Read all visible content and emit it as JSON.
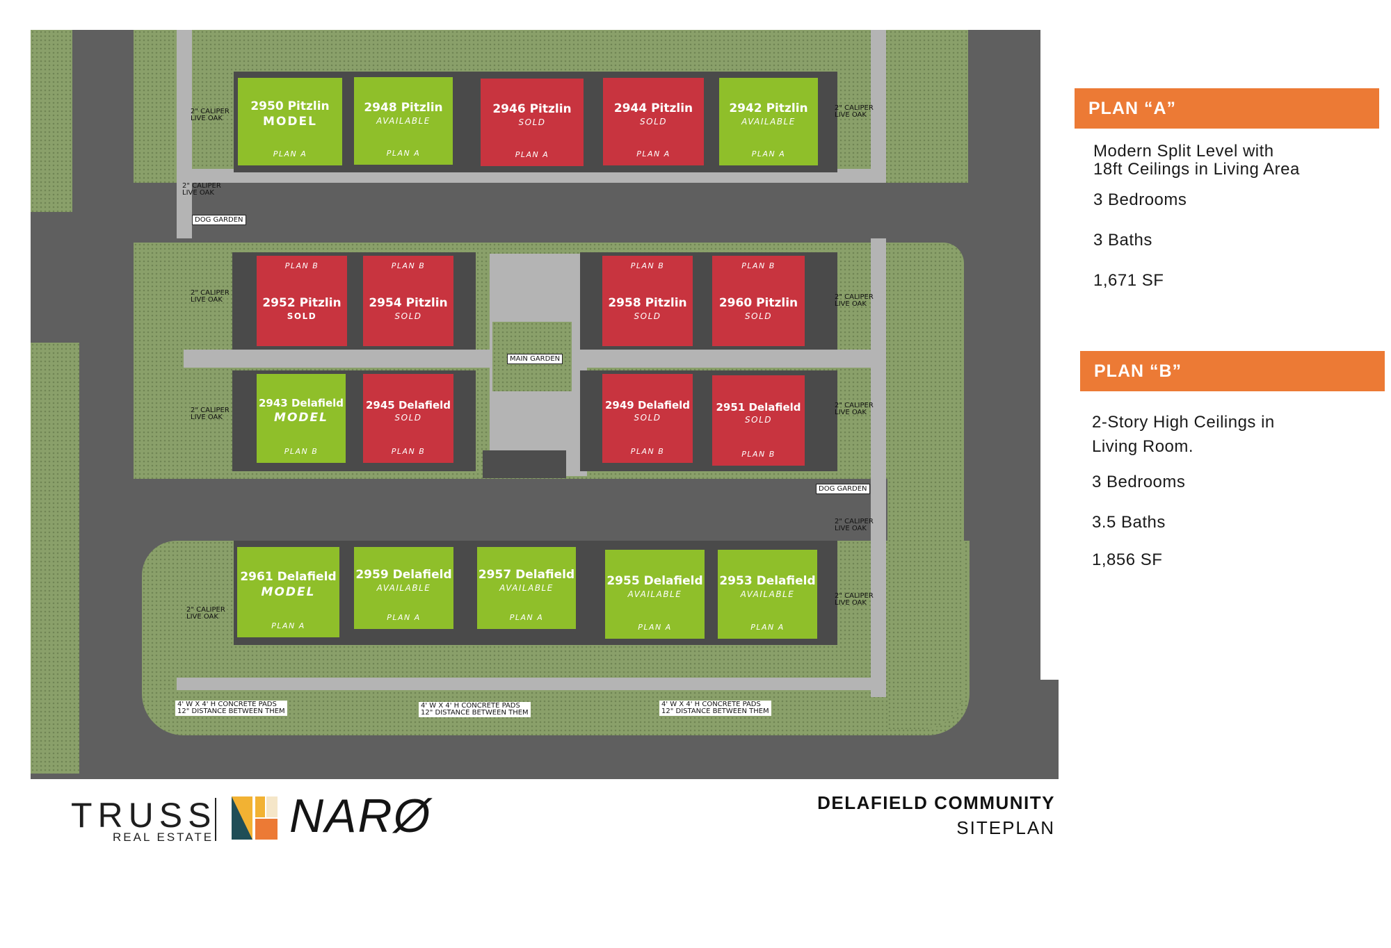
{
  "map": {
    "houses_top": [
      {
        "address": "2950 Pitzlin",
        "status": "MODEL",
        "plan": "PLAN A",
        "color": "green"
      },
      {
        "address": "2948 Pitzlin",
        "status": "AVAILABLE",
        "plan": "PLAN A",
        "color": "green"
      },
      {
        "address": "2946 Pitzlin",
        "status": "SOLD",
        "plan": "PLAN A",
        "color": "red"
      },
      {
        "address": "2944 Pitzlin",
        "status": "SOLD",
        "plan": "PLAN A",
        "color": "red"
      },
      {
        "address": "2942 Pitzlin",
        "status": "AVAILABLE",
        "plan": "PLAN A",
        "color": "green"
      }
    ],
    "houses_mid_upper": [
      {
        "address": "2952 Pitzlin",
        "status": "SOLD",
        "plan": "PLAN B",
        "color": "red"
      },
      {
        "address": "2954 Pitzlin",
        "status": "SOLD",
        "plan": "PLAN B",
        "color": "red"
      },
      {
        "address": "2958 Pitzlin",
        "status": "SOLD",
        "plan": "PLAN B",
        "color": "red"
      },
      {
        "address": "2960 Pitzlin",
        "status": "SOLD",
        "plan": "PLAN B",
        "color": "red"
      }
    ],
    "houses_mid_lower": [
      {
        "address": "2943 Delafield",
        "status": "MODEL",
        "plan": "PLAN B",
        "color": "green"
      },
      {
        "address": "2945 Delafield",
        "status": "SOLD",
        "plan": "PLAN B",
        "color": "red"
      },
      {
        "address": "2949 Delafield",
        "status": "SOLD",
        "plan": "PLAN B",
        "color": "red"
      },
      {
        "address": "2951 Delafield",
        "status": "SOLD",
        "plan": "PLAN B",
        "color": "red"
      }
    ],
    "houses_bottom": [
      {
        "address": "2961 Delafield",
        "status": "MODEL",
        "plan": "PLAN A",
        "color": "green"
      },
      {
        "address": "2959 Delafield",
        "status": "AVAILABLE",
        "plan": "PLAN A",
        "color": "green"
      },
      {
        "address": "2957 Delafield",
        "status": "AVAILABLE",
        "plan": "PLAN A",
        "color": "green"
      },
      {
        "address": "2955 Delafield",
        "status": "AVAILABLE",
        "plan": "PLAN A",
        "color": "green"
      },
      {
        "address": "2953 Delafield",
        "status": "AVAILABLE",
        "plan": "PLAN A",
        "color": "green"
      }
    ],
    "tree_label_line1": "2\" CALIPER",
    "tree_label_line2": "LIVE OAK",
    "dog_garden": "DOG GARDEN",
    "main_garden": "MAIN GARDEN",
    "pad_line1": "4' W X 4' H CONCRETE PADS",
    "pad_line2": "12\" DISTANCE BETWEEN THEM"
  },
  "plan_a": {
    "header": "PLAN “A”",
    "lines": [
      "Modern Split Level with",
      "18ft Ceilings in Living Area",
      "3 Bedrooms",
      "3 Baths",
      "1,671 SF"
    ]
  },
  "plan_b": {
    "header": "PLAN “B”",
    "lines": [
      "2-Story High Ceilings in",
      "Living Room.",
      "3 Bedrooms",
      "3.5 Baths",
      "1,856 SF"
    ]
  },
  "footer": {
    "logo_truss": "TRUSS",
    "logo_real_estate": "REAL ESTATE",
    "logo_naro": "NARØ",
    "title": "DELAFIELD COMMUNITY",
    "subtitle": "SITEPLAN"
  },
  "colors": {
    "accent": "#ec7a35",
    "available": "#8fbf2a",
    "sold": "#c8343f",
    "road": "#5f5f5f",
    "grass": "#8aa06a"
  }
}
